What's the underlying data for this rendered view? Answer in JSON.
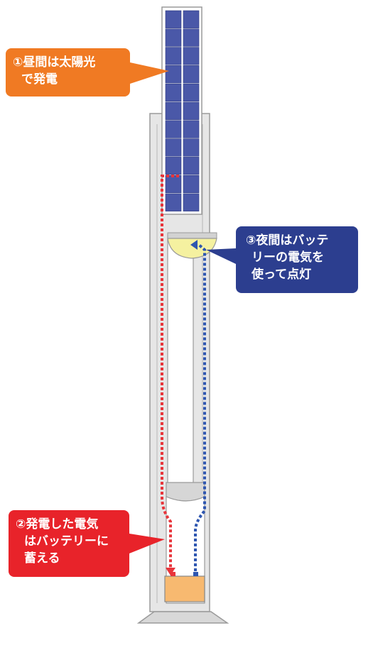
{
  "colors": {
    "step1": "#f07a23",
    "step2": "#e8232a",
    "step3": "#2c3e8f",
    "panel": "#4a58a8",
    "pole": "#e6e6e6",
    "pole_stroke": "#9a9a9a",
    "lamp": "#f5f1a0",
    "battery": "#f7b970",
    "red_line": "#e8353b",
    "blue_line": "#2e56b0"
  },
  "callouts": {
    "step1": {
      "line1": "①昼間は太陽光",
      "line2": "で発電"
    },
    "step2": {
      "line1": "②発電した電気",
      "line2": "はバッテリーに",
      "line3": "蓄える"
    },
    "step3": {
      "line1": "③夜間はバッテ",
      "line2": "リーの電気を",
      "line3": "使って点灯"
    }
  }
}
